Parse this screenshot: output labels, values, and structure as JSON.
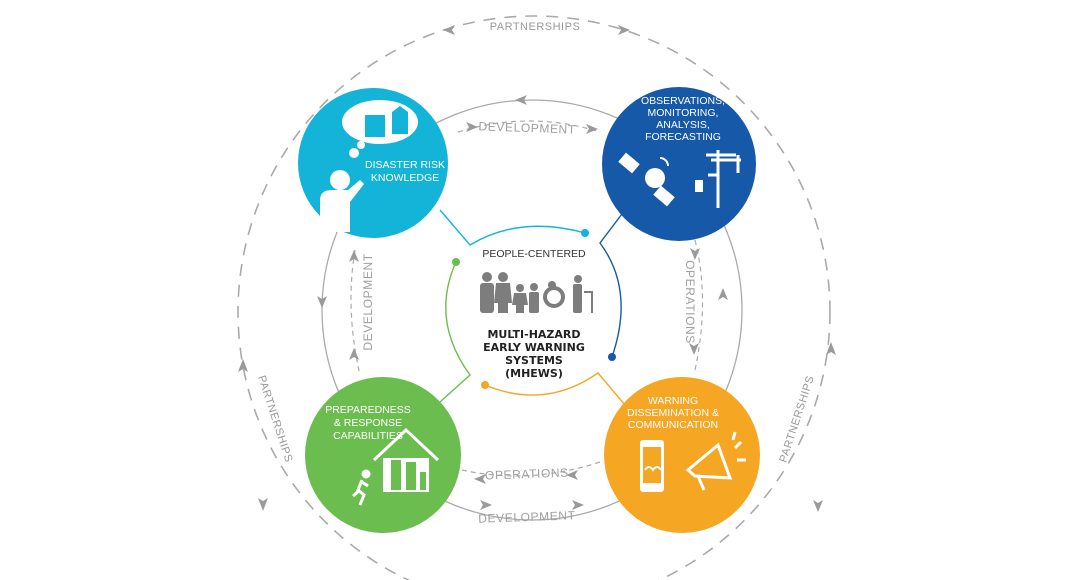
{
  "colors": {
    "disaster_risk": "#13b4d8",
    "observations": "#1559a8",
    "preparedness": "#6cbd4f",
    "warning": "#f5a623",
    "arrows": "#9a9a9a"
  },
  "outer_ring": {
    "label_top": "PARTNERSHIPS",
    "label_left": "PARTNERSHIPS",
    "label_right": "PARTNERSHIPS"
  },
  "flows": {
    "top": "DEVELOPMENT",
    "left": "DEVELOPMENT",
    "bottom": "DEVELOPMENT",
    "right": "OPERATIONS",
    "bottom_inner": "OPERATIONS"
  },
  "pillars": {
    "disaster_risk": {
      "lines": [
        "DISASTER RISK",
        "KNOWLEDGE"
      ],
      "icon": "person-thinking-icon"
    },
    "observations": {
      "lines": [
        "OBSERVATIONS,",
        "MONITORING,",
        "ANALYSIS,",
        "FORECASTING"
      ],
      "icon": "satellite-icon"
    },
    "preparedness": {
      "lines": [
        "PREPAREDNESS",
        "& RESPONSE",
        "CAPABILITIES"
      ],
      "icon": "house-family-icon"
    },
    "warning": {
      "lines": [
        "WARNING",
        "DISSEMINATION &",
        "COMMUNICATION"
      ],
      "icon": "megaphone-icon"
    }
  },
  "center": {
    "subtitle": "PEOPLE-CENTERED",
    "title_lines": [
      "MULTI-HAZARD",
      "EARLY WARNING",
      "SYSTEMS",
      "(MHEWS)"
    ],
    "icon": "people-group-icon"
  }
}
